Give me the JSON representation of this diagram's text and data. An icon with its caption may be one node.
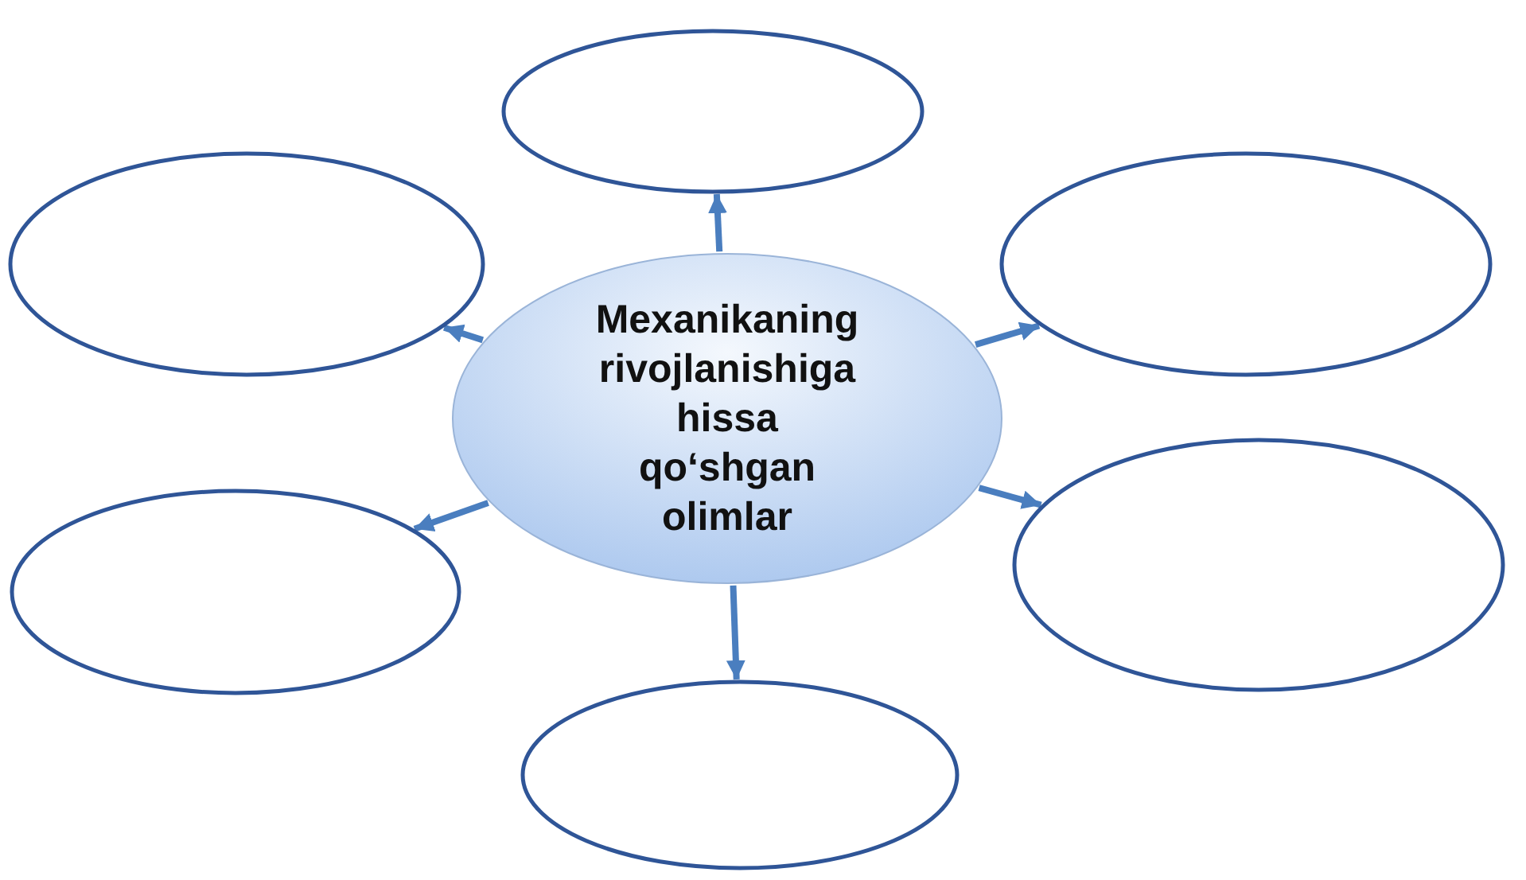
{
  "diagram": {
    "nodes": [
      {
        "text": [
          "Mexanikaning rivojlanishiga hissa qo‘shgan olimlar"
        ]
      },
      {
        "text": [],
        "shape": "ellipse"
      },
      {
        "text": [],
        "shape": "ellipse"
      },
      {
        "text": [],
        "shape": "ellipse"
      },
      {
        "text": [],
        "shape": "ellipse"
      },
      {
        "text": [],
        "shape": "ellipse"
      },
      {
        "text": [],
        "shape": "ellipse"
      }
    ],
    "edges": [
      {
        "from": 0,
        "to": 1,
        "arrow": "to"
      },
      {
        "from": 0,
        "to": 2,
        "arrow": "to"
      },
      {
        "from": 0,
        "to": 3,
        "arrow": "to"
      },
      {
        "from": 0,
        "to": 4,
        "arrow": "to"
      },
      {
        "from": 0,
        "to": 5,
        "arrow": "to"
      },
      {
        "from": 0,
        "to": 6,
        "arrow": "to"
      }
    ]
  }
}
